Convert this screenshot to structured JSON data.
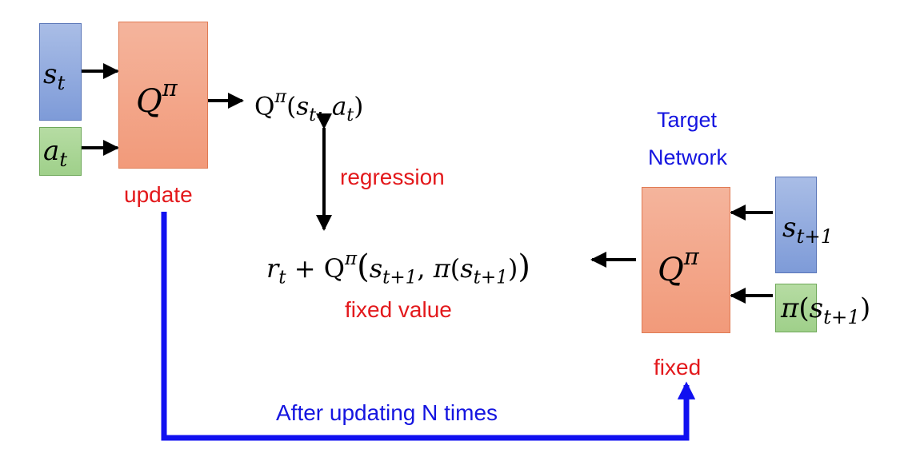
{
  "online_network": {
    "state_var": "s",
    "state_sub": "t",
    "action_var": "a",
    "action_sub": "t",
    "q_var": "Q",
    "q_sup": "π",
    "caption": "update"
  },
  "online_output": {
    "q": "Q",
    "sup": "π",
    "open": "(",
    "s": "s",
    "s_sub": "t",
    "comma": ",",
    "a": "a",
    "a_sub": "t",
    "close": ")"
  },
  "regression_label": "regression",
  "target_expression": {
    "r": "r",
    "r_sub": "t",
    "plus": "+",
    "q": "Q",
    "sup": "π",
    "open": "(",
    "s": "s",
    "s_sub": "t+1",
    "comma": ",",
    "pi": "π",
    "inner_open": "(",
    "s2": "s",
    "s2_sub": "t+1",
    "inner_close": ")",
    "close": ")"
  },
  "fixed_value_label": "fixed value",
  "target_network": {
    "title_line1": "Target",
    "title_line2": "Network",
    "q_var": "Q",
    "q_sup": "π",
    "caption": "fixed",
    "state_var": "s",
    "state_sub": "t+1",
    "action_pi": "π",
    "action_open": "(",
    "action_var": "s",
    "action_sub": "t+1",
    "action_close": ")"
  },
  "sync_label": "After updating N times",
  "colors": {
    "q_box": "#f29a7a",
    "state_box": "#7e9bd8",
    "action_box": "#9fd08a",
    "caption_red": "#e3191c",
    "caption_blue": "#1515e0",
    "sync_line": "#1010f0"
  }
}
